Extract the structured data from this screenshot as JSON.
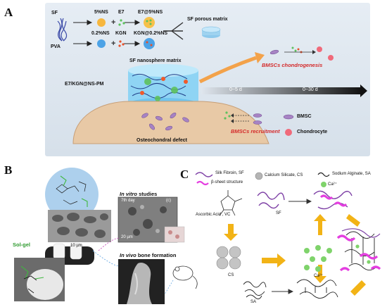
{
  "panelA": {
    "letter": "A",
    "sf": "SF",
    "pva": "PVA",
    "ns5": "5%NS",
    "e7": "E7",
    "e7ns": "E7@5%NS",
    "ns02": "0.2%NS",
    "kgn": "KGN",
    "kgnns": "KGN@0.2%NS",
    "porous": "SF porous matrix",
    "nanosphere": "SF nanosphere matrix",
    "pm": "E7/KGN@NS-PM",
    "defect": "Osteochondral defect",
    "chondro": "BMSCs chondrogenesis",
    "recruit": "BMSCs recruitment",
    "t1": "0~5 d",
    "t2": "0~30 d",
    "legend_bmsc": "BMSC",
    "legend_chondrocyte": "Chondrocyte",
    "colors": {
      "background": "#dde6ef",
      "accent_orange": "#f3a24a",
      "red_text": "#d42a2a"
    }
  },
  "panelB": {
    "letter": "B",
    "invitro_prefix": "In vitro",
    "invitro_suffix": " studies",
    "solgel": "Sol-gel",
    "invivo_prefix": "In vivo",
    "invivo_suffix": " bone formation",
    "scale1": "10 µm",
    "scale2": "20 µm",
    "day": "7th day",
    "inset": "(c)"
  },
  "panelC": {
    "letter": "C",
    "legend_sf": "Silk Fibroin, SF",
    "legend_beta": "β-sheet structure",
    "legend_cs": "Calcium Silicate, CS",
    "legend_sa": "Sodium Alginate, SA",
    "legend_ca": "Ca²⁺",
    "vc": "Ascorbic Acid , VC",
    "sf": "SF",
    "cs": "CS",
    "sa": "SA",
    "ca": "Ca²⁺"
  }
}
